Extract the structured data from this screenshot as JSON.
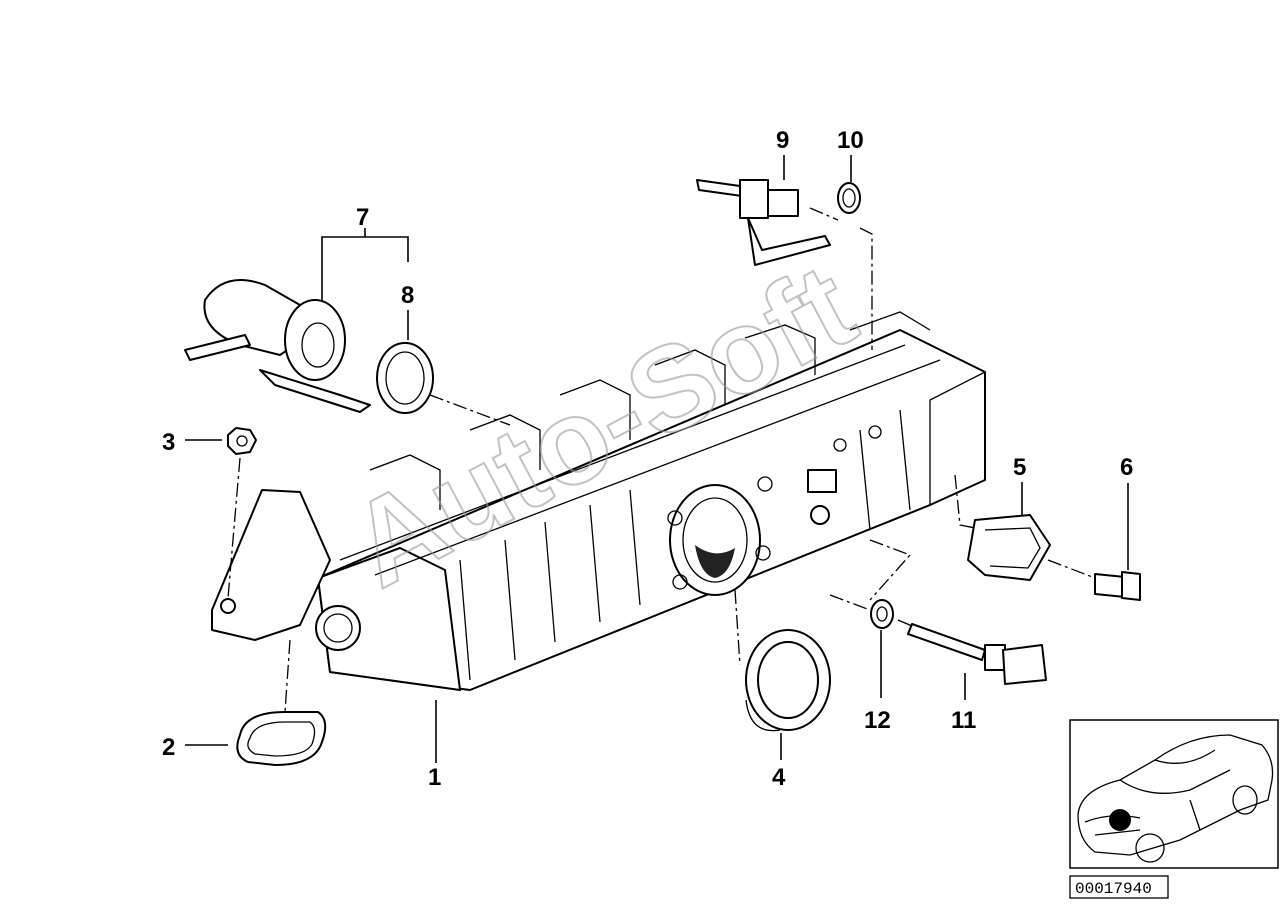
{
  "callouts": [
    {
      "id": "1",
      "label": "1"
    },
    {
      "id": "2",
      "label": "2"
    },
    {
      "id": "3",
      "label": "3"
    },
    {
      "id": "4",
      "label": "4"
    },
    {
      "id": "5",
      "label": "5"
    },
    {
      "id": "6",
      "label": "6"
    },
    {
      "id": "7",
      "label": "7"
    },
    {
      "id": "8",
      "label": "8"
    },
    {
      "id": "9",
      "label": "9"
    },
    {
      "id": "10",
      "label": "10"
    },
    {
      "id": "11",
      "label": "11"
    },
    {
      "id": "12",
      "label": "12"
    }
  ],
  "watermark": "Auto-Soft",
  "diagram_code": "00017940",
  "colors": {
    "ink": "#000000",
    "background": "#ffffff",
    "watermark": "#9a9a9a"
  }
}
